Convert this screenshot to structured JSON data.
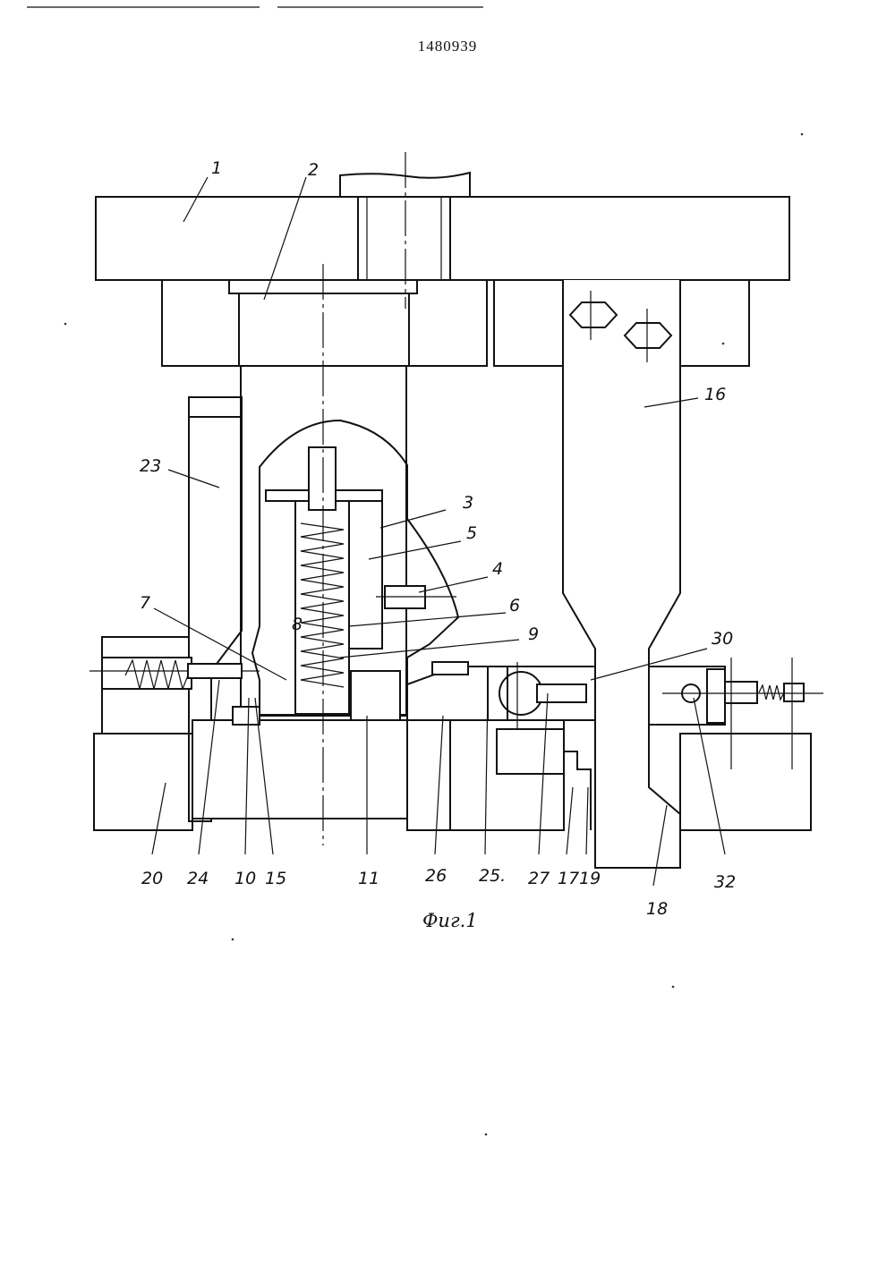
{
  "patent_number": "1480939",
  "figure_caption": "Фиг.1",
  "labels": {
    "l1": "1",
    "l2": "2",
    "l3": "3",
    "l4": "4",
    "l5": "5",
    "l6": "6",
    "l7": "7",
    "l8": "8",
    "l9": "9",
    "l10": "10",
    "l11": "11",
    "l15": "15",
    "l16": "16",
    "l17": "17",
    "l18": "18",
    "l19": "19",
    "l20": "20",
    "l23": "23",
    "l24": "24",
    "l25": "25.",
    "l26": "26",
    "l27": "27",
    "l30": "30",
    "l32": "32"
  }
}
